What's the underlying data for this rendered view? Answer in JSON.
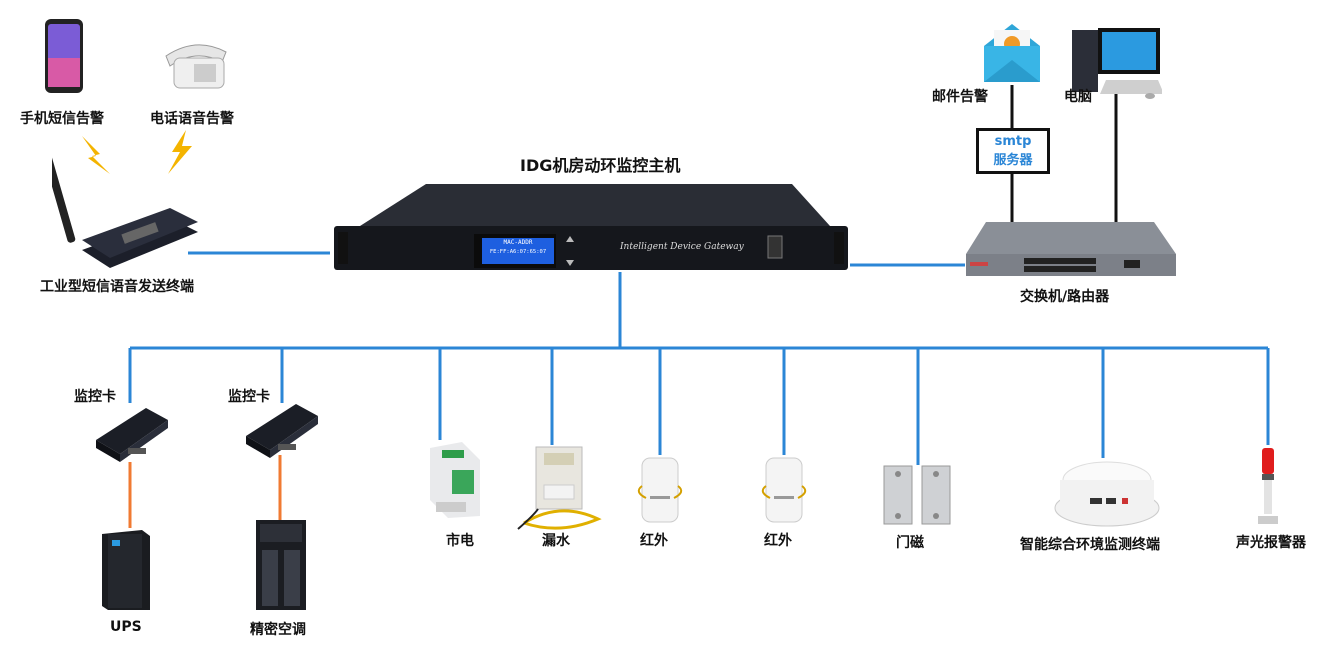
{
  "title": "IDG机房动环监控主机",
  "gateway": {
    "lcd_line1": "MAC-ADDR",
    "lcd_line2": "FE:FF:A6:07:65:07",
    "brand_text": "Intelligent Device Gateway"
  },
  "labels": {
    "phone_sms": "手机短信告警",
    "phone_call": "电话语音告警",
    "sms_terminal": "工业型短信语音发送终端",
    "email": "邮件告警",
    "pc": "电脑",
    "smtp_line1": "smtp",
    "smtp_line2": "服务器",
    "switch": "交换机/路由器",
    "card1": "监控卡",
    "card2": "监控卡",
    "ups": "UPS",
    "ac": "精密空调",
    "power": "市电",
    "water": "漏水",
    "ir1": "红外",
    "ir2": "红外",
    "door": "门磁",
    "env": "智能综合环境监测终端",
    "alarm": "声光报警器"
  },
  "colors": {
    "link_blue": "#2b86d6",
    "link_orange": "#f07a32",
    "link_black": "#111111",
    "smtp_text": "#2b86d6"
  },
  "icons": [
    "smartphone-icon",
    "telephone-icon",
    "lightning-icon",
    "sms-terminal-icon",
    "gateway-device",
    "envelope-icon",
    "computer-icon",
    "switch-icon",
    "monitor-card-icon",
    "ups-icon",
    "air-conditioner-icon",
    "power-meter-icon",
    "water-sensor-icon",
    "infrared-sensor-icon",
    "door-magnet-icon",
    "env-terminal-icon",
    "alarm-light-icon"
  ]
}
